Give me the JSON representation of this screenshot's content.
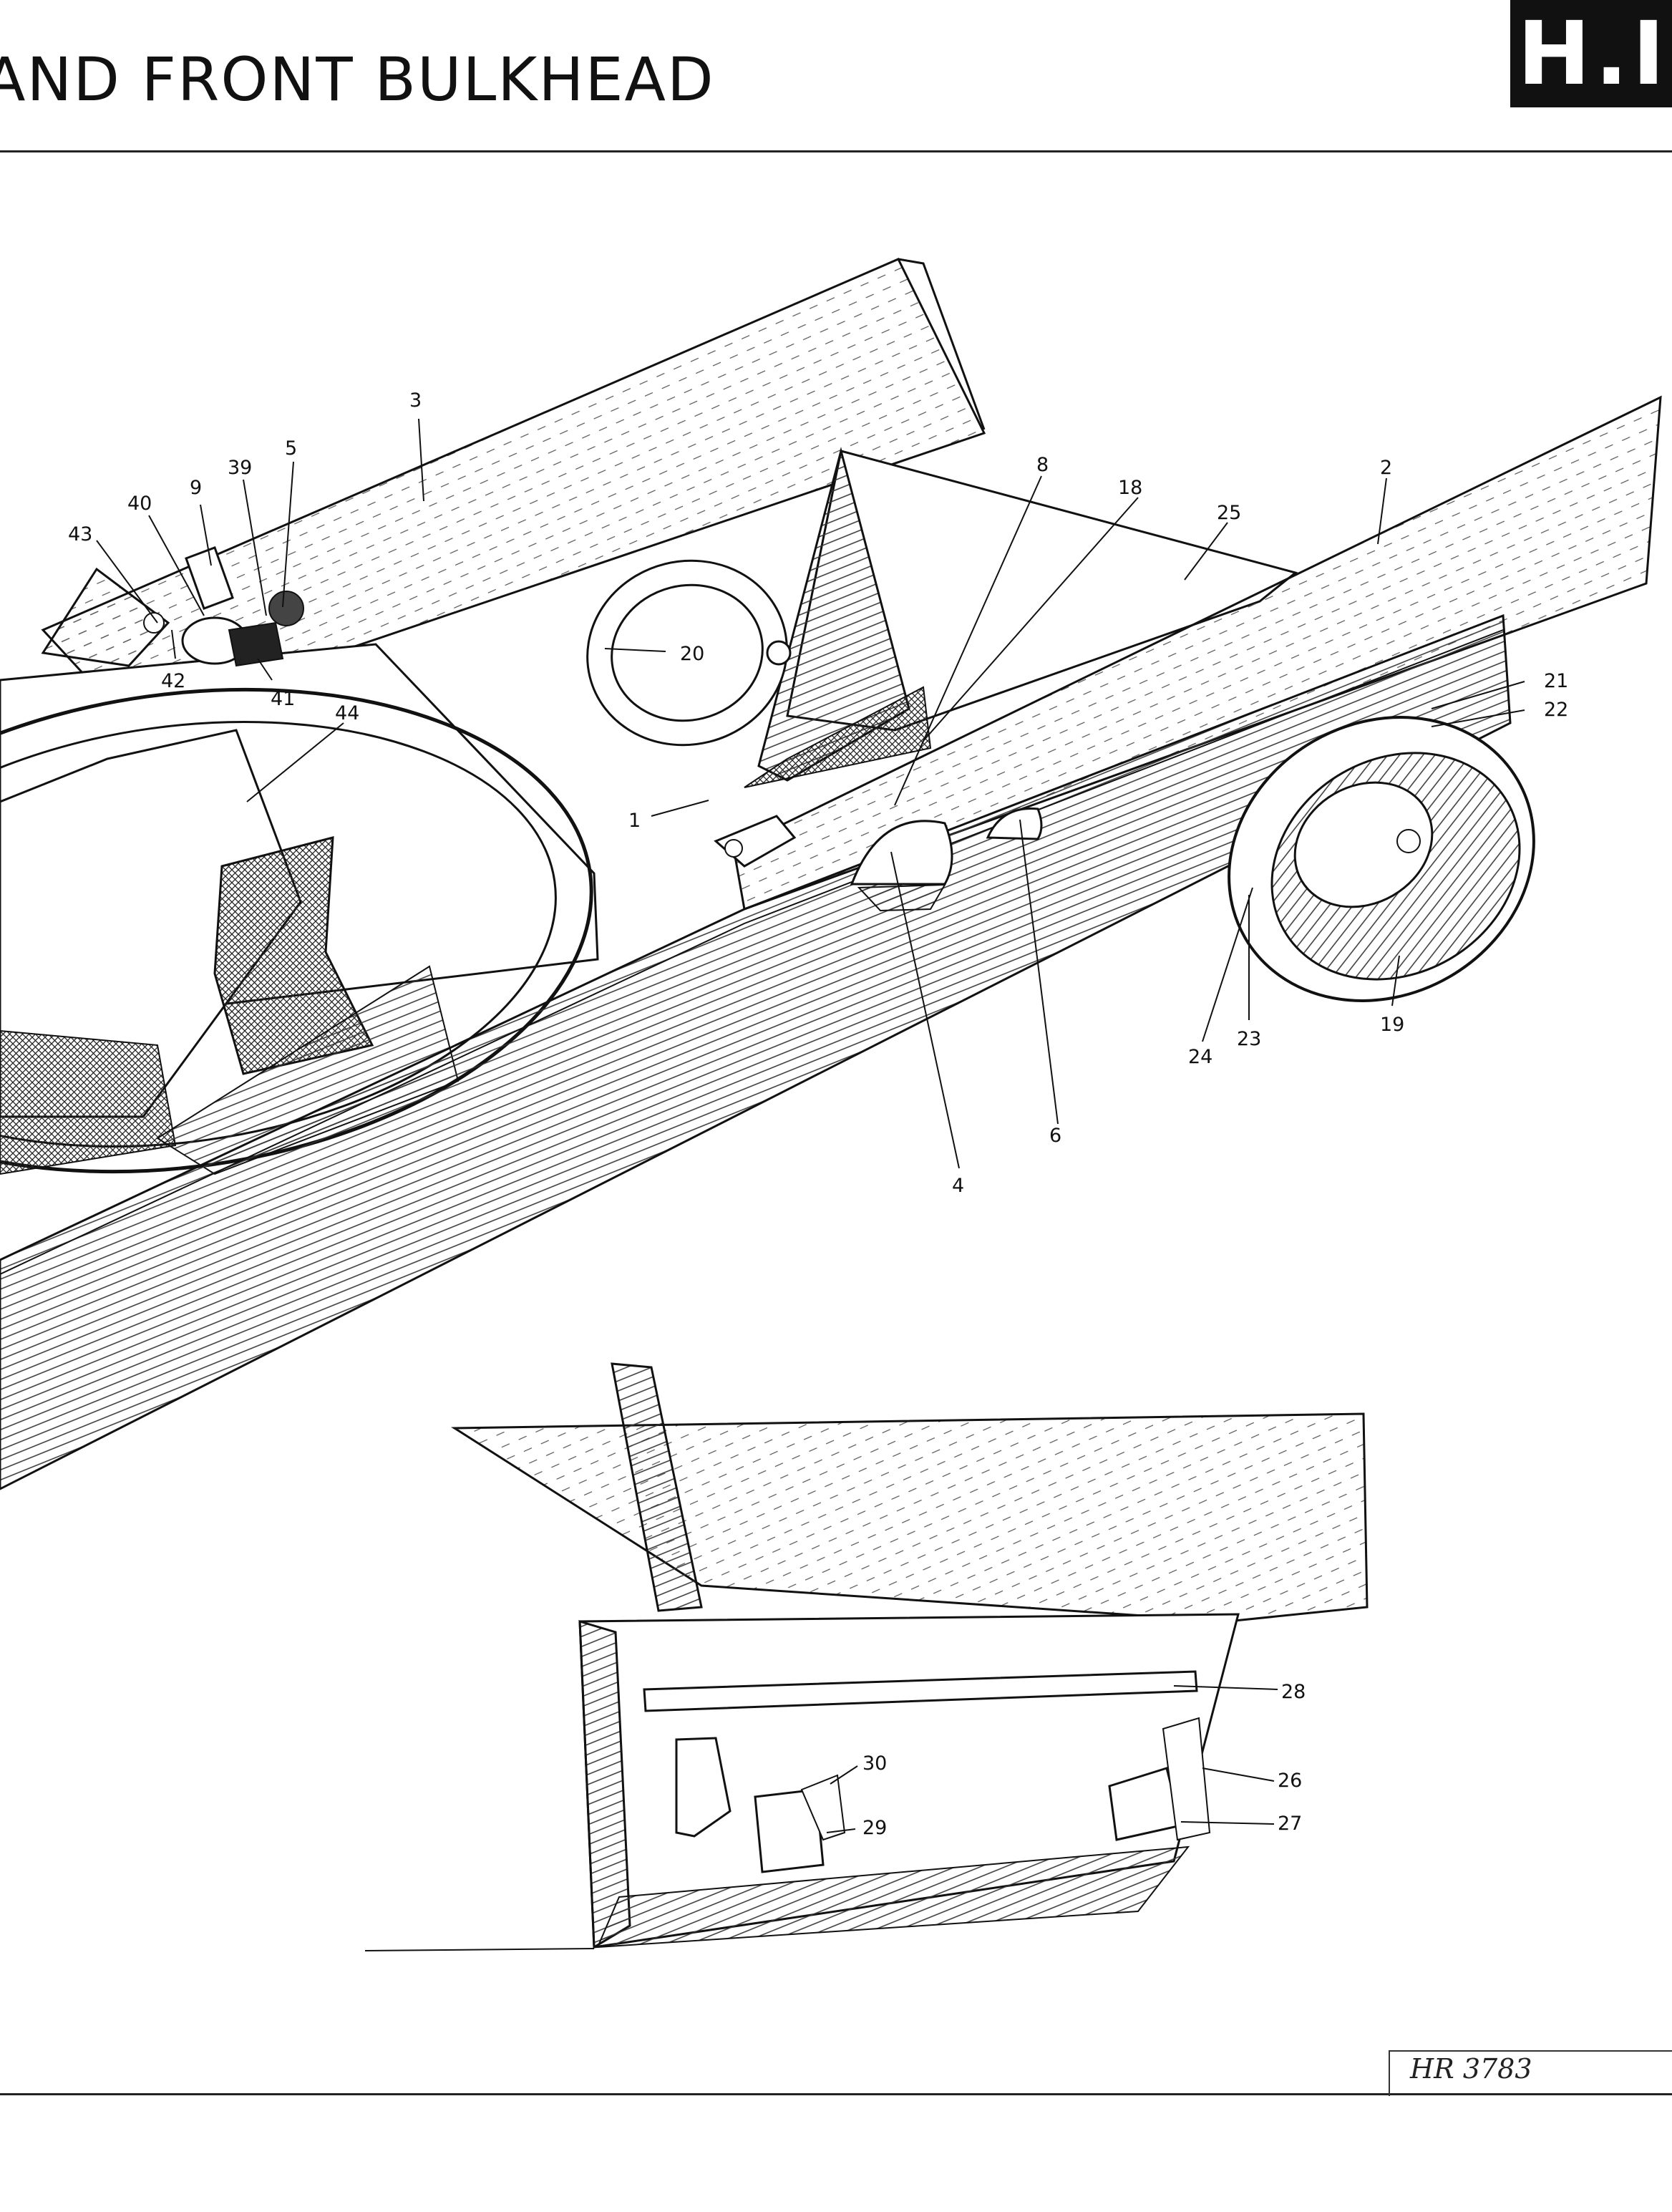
{
  "header": {
    "title": "AND FRONT BULKHEAD",
    "section": "H.I"
  },
  "callouts": [
    "3",
    "5",
    "39",
    "9",
    "40",
    "43",
    "42",
    "41",
    "44",
    "20",
    "8",
    "18",
    "25",
    "2",
    "21",
    "22",
    "1",
    "4",
    "6",
    "24",
    "23",
    "19",
    "28",
    "30",
    "29",
    "26",
    "27"
  ],
  "footer": {
    "drawing_ref": "HR 3783"
  }
}
